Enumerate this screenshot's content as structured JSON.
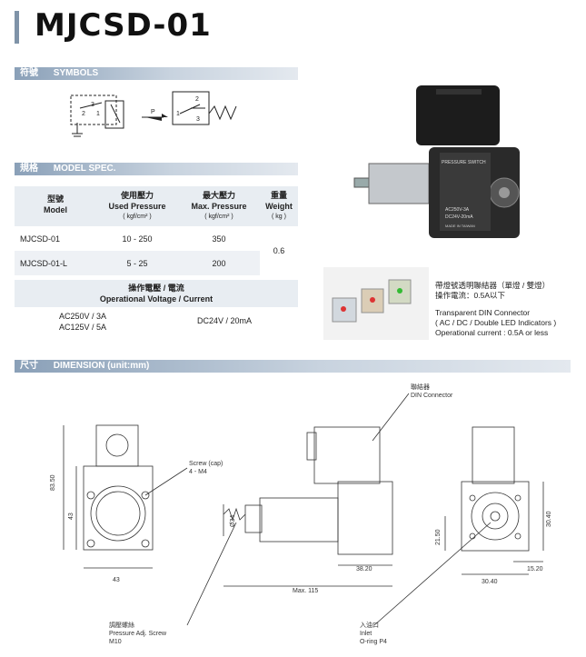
{
  "title": "MJCSD-01",
  "sections": {
    "symbols": {
      "zh": "符號",
      "en": "SYMBOLS"
    },
    "model_spec": {
      "zh": "規格",
      "en": "MODEL SPEC."
    },
    "dimension": {
      "zh": "尺寸",
      "en": "DIMENSION (unit:mm)"
    }
  },
  "symbols": {
    "pin1": "1",
    "pin2": "2",
    "pin3": "3",
    "pressure": "P"
  },
  "spec_table": {
    "headers": [
      {
        "zh": "型號",
        "en": "Model"
      },
      {
        "zh": "使用壓力",
        "en": "Used Pressure",
        "unit": "( kgf/cm² )"
      },
      {
        "zh": "最大壓力",
        "en": "Max. Pressure",
        "unit": "( kgf/cm² )"
      },
      {
        "zh": "重量",
        "en": "Weight",
        "unit": "( kg )"
      }
    ],
    "rows": [
      {
        "model": "MJCSD-01",
        "used": "10 - 250",
        "max": "350"
      },
      {
        "model": "MJCSD-01-L",
        "used": "5 - 25",
        "max": "200"
      }
    ],
    "weight": "0.6"
  },
  "voltage_table": {
    "header_zh": "操作電壓 / 電流",
    "header_en": "Operational Voltage / Current",
    "ac_line1": "AC250V / 3A",
    "ac_line2": "AC125V / 5A",
    "dc": "DC24V / 20mA"
  },
  "connector_caption": {
    "zh1": "帶燈號透明聯結器（單燈 / 雙燈）",
    "zh2": "操作電流：0.5A以下",
    "en1": "Transparent DIN Connector",
    "en2": "( AC / DC / Double LED Indicators )",
    "en3": "Operational current : 0.5A or less"
  },
  "product_label": {
    "line1": "PRESSURE SWITCH",
    "line2": "AC250V-3A",
    "line3": "DC24V-20mA",
    "line4": "MADE IN TAIWAN"
  },
  "dimensions": {
    "screw_cap_zh": "Screw (cap)",
    "screw_cap_en": "4 - M4",
    "din_zh": "聯結器",
    "din_en": "DIN Connector",
    "adj_zh": "調壓螺絲",
    "adj_en1": "Pressure Adj. Screw",
    "adj_en2": "M10",
    "inlet_zh": "入油口",
    "inlet_en1": "Inlet",
    "inlet_en2": "O-ring P4",
    "d_83_50": "83.50",
    "d_43_v": "43",
    "d_43_h": "43",
    "d_34": "Ø34",
    "d_38_20": "38.20",
    "d_max115": "Max. 115",
    "d_21_50": "21.50",
    "d_30_40_v": "30.40",
    "d_30_40_h": "30.40",
    "d_15_20": "15.20"
  }
}
